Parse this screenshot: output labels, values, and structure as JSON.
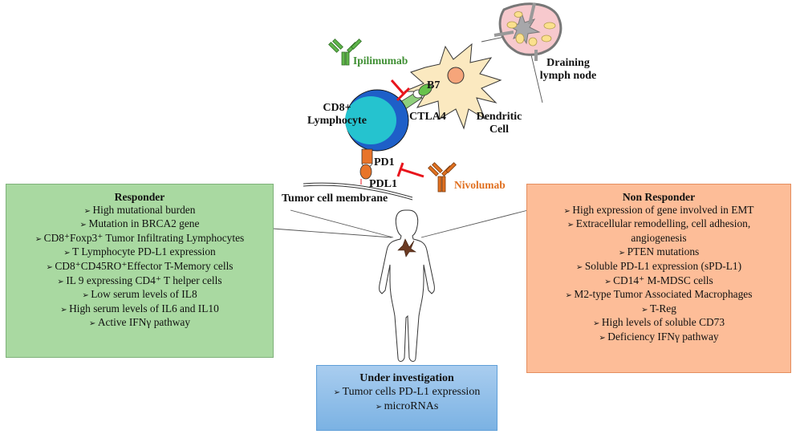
{
  "figure": {
    "labels": {
      "cd8_lymphocyte": [
        "CD8+",
        "Lymphocyte"
      ],
      "ctla4": "CTLA4",
      "b7": "B7",
      "dendritic_cell": [
        "Dendritic",
        "Cell"
      ],
      "draining_lymph_node": [
        "Draining",
        "lymph node"
      ],
      "pd1": "PD1",
      "pdl1": "PDL1",
      "tumor_cell_membrane": "Tumor cell membrane"
    },
    "drugs": {
      "ipilimumab": {
        "name": "Ipilimumab",
        "color": "#3f8f33"
      },
      "nivolumab": {
        "name": "Nivolumab",
        "color": "#e07020"
      }
    },
    "colors": {
      "inhibition": "#e8141c",
      "lymphocyte_outer": "#1e5fc8",
      "lymphocyte_inner": "#25c3cf",
      "dendritic": "#fbe9c0",
      "dendritic_nucleus": "#f6a57a",
      "pd1": "#e8742a",
      "ctla4": "#7fc66c"
    }
  },
  "responder": {
    "title": "Responder",
    "items": [
      "High mutational burden",
      "Mutation in BRCA2 gene",
      "CD8⁺Foxp3⁺ Tumor Infiltrating Lymphocytes",
      "T Lymphocyte PD-L1 expression",
      "CD8⁺CD45RO⁺Effector T-Memory cells",
      "IL 9 expressing CD4⁺ T helper cells",
      "Low serum levels of IL8",
      "High serum levels of IL6 and IL10",
      "Active IFNγ pathway"
    ]
  },
  "non_responder": {
    "title": "Non Responder",
    "items": [
      "High expression of gene involved in EMT",
      "Extracellular remodelling, cell adhesion,",
      "angiogenesis",
      "PTEN mutations",
      "Soluble PD-L1 expression (sPD-L1)",
      "CD14⁺ M-MDSC cells",
      "M2-type Tumor Associated Macrophages",
      "T-Reg",
      "High levels of soluble CD73",
      "Deficiency IFNγ pathway"
    ]
  },
  "under_investigation": {
    "title": "Under investigation",
    "items": [
      "Tumor cells PD-L1 expression",
      "microRNAs"
    ]
  }
}
